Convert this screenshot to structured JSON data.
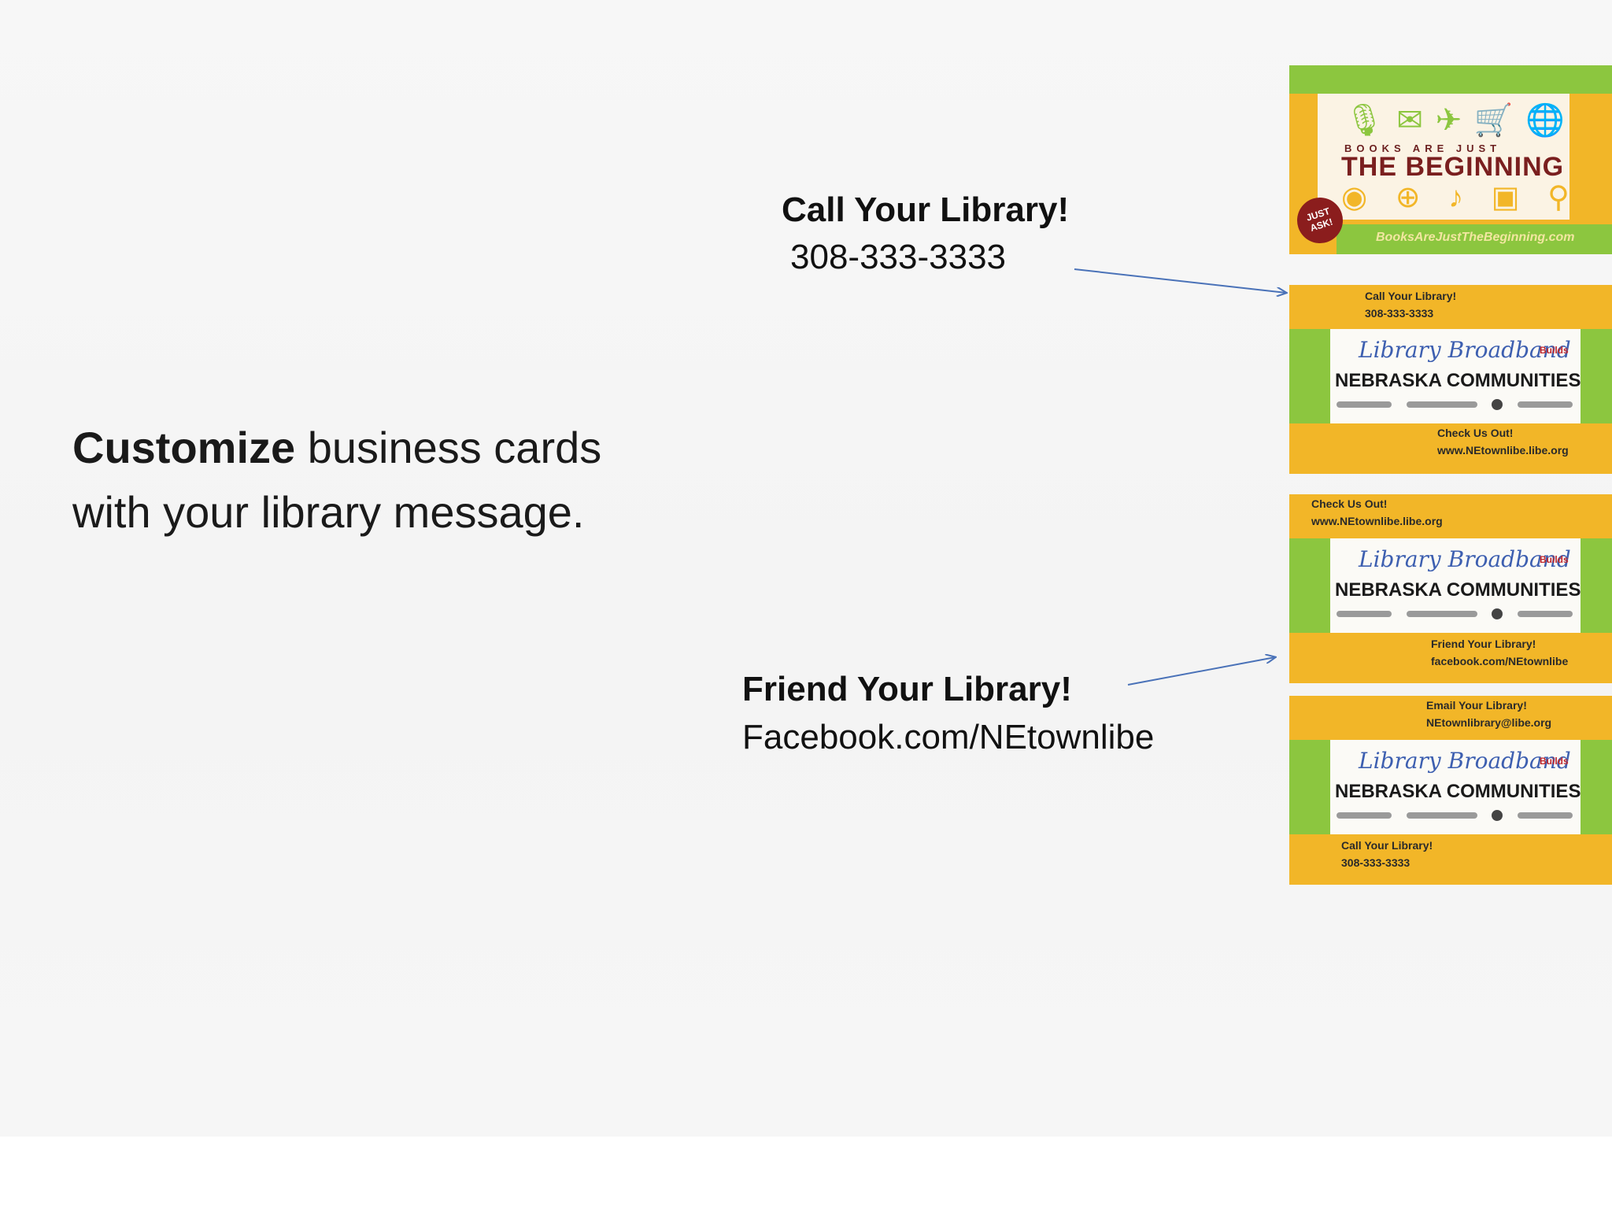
{
  "slide": {
    "main_message": {
      "bold_word": "Customize",
      "rest_line1": " business cards",
      "line2": "with your library message."
    },
    "callouts": {
      "call": {
        "heading": "Call Your Library!",
        "phone": "308-333-3333"
      },
      "friend": {
        "heading": "Friend Your Library!",
        "url": "Facebook.com/NEtownlibe"
      }
    }
  },
  "cards": {
    "front": {
      "tagline_small": "BOOKS ARE JUST",
      "tagline_big": "THE BEGINNING",
      "badge": "JUST ASK!",
      "website": "BooksAreJustTheBeginning.com",
      "icons_top": [
        "microphone-icon",
        "envelope-icon",
        "airplane-icon",
        "cart-icon",
        "globe-icon"
      ],
      "icons_bottom": [
        "disc-icon",
        "ball-icon",
        "music-note-icon",
        "camera-icon",
        "map-pin-icon"
      ]
    },
    "back_common": {
      "brand_script": "Library Broadband",
      "brand_tag": "Builds",
      "brand_bold": "NEBRASKA COMMUNITIES"
    },
    "back1": {
      "top_heading": "Call Your Library!",
      "top_value": "308-333-3333",
      "bottom_heading": "Check Us Out!",
      "bottom_value": "www.NEtownlibe.libe.org"
    },
    "back2": {
      "top_heading": "Check Us Out!",
      "top_value": "www.NEtownlibe.libe.org",
      "bottom_heading": "Friend Your Library!",
      "bottom_value": "facebook.com/NEtownlibe"
    },
    "back3": {
      "top_heading": "Email Your Library!",
      "top_value": "NEtownlibrary@libe.org",
      "bottom_heading": "Call Your Library!",
      "bottom_value": "308-333-3333"
    }
  },
  "colors": {
    "card_yellow": "#f2b628",
    "card_green": "#8cc63f",
    "arrow_blue": "#4a72b8"
  }
}
